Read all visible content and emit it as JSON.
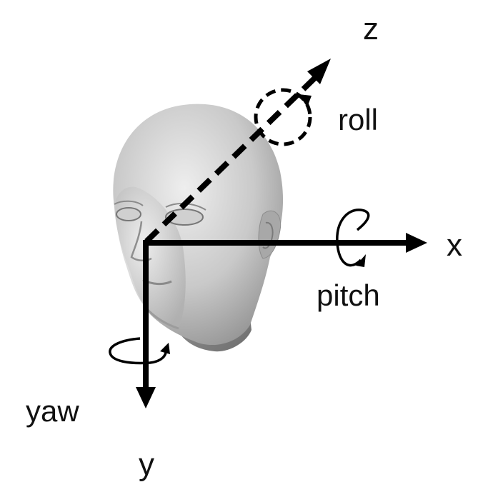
{
  "axes": {
    "x_label": "x",
    "y_label": "y",
    "z_label": "z"
  },
  "rotations": {
    "pitch_label": "pitch",
    "yaw_label": "yaw",
    "roll_label": "roll"
  },
  "colors": {
    "axis": "#000000",
    "head_light": "#e6e6e6",
    "head_mid": "#bdbdbd",
    "head_dark": "#8a8a8a",
    "background": "#ffffff"
  },
  "icons": {
    "head": "head-3d-model-icon"
  }
}
